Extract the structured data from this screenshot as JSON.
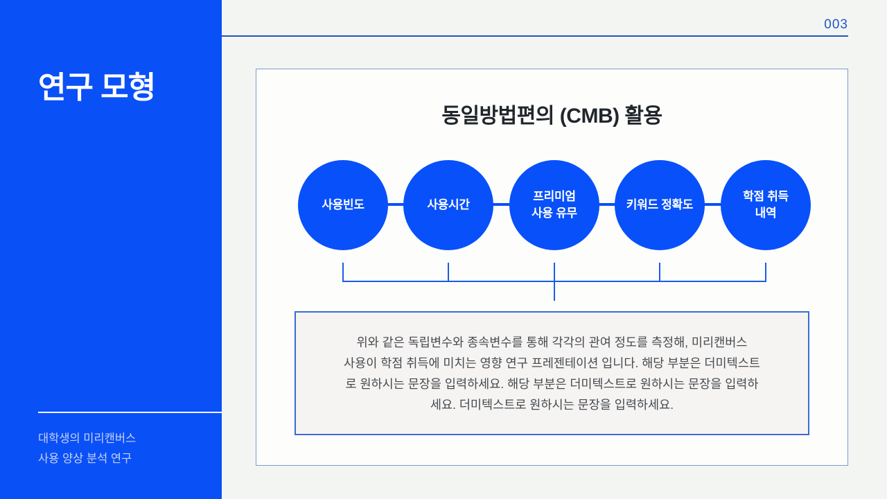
{
  "page": {
    "number": "003"
  },
  "sidebar": {
    "title": "연구 모형",
    "footer_line1": "대학생의 미리캔버스",
    "footer_line2": "사용 양상 분석 연구"
  },
  "diagram": {
    "title": "동일방법편의 (CMB) 활용",
    "nodes": [
      {
        "label": "사용빈도"
      },
      {
        "label": "사용시간"
      },
      {
        "label": "프리미엄\n사용 유무"
      },
      {
        "label": "키워드 정확도"
      },
      {
        "label": "학점 취득\n내역"
      }
    ],
    "description_lines": [
      "위와 같은 독립변수와 종속변수를 통해 각각의 관여 정도를 측정해, 미리캔버스",
      "사용이 학점 취득에 미치는 영향 연구 프레젠테이션 입니다. 해당 부분은 더미텍스트",
      "로 원하시는 문장을 입력하세요. 해당 부분은 더미텍스트로 원하시는 문장을 입력하",
      "세요. 더미텍스트로 원하시는 문장을 입력하세요."
    ]
  },
  "colors": {
    "primary_blue": "#0a50f7",
    "node_blue": "#0850fa",
    "accent_line_blue": "#2355c6",
    "connector_blue": "#1b5ce4",
    "panel_border": "#7b9bca",
    "desc_border": "#3b6bd3",
    "desc_background": "#f5f4f2",
    "page_background": "#f3f5f2",
    "panel_background": "#fdfefc",
    "title_text": "#21262c",
    "body_text": "#45494f",
    "sidebar_footer_text": "#c4d2f6"
  }
}
